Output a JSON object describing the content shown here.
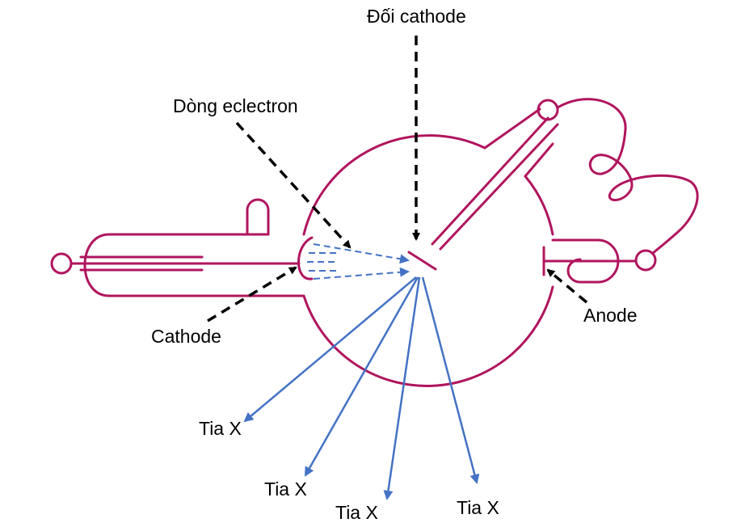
{
  "labels": {
    "anticathode": "Đối cathode",
    "electron_stream": "Dòng eclectron",
    "cathode": "Cathode",
    "anode": "Anode",
    "xray": [
      "Tia X",
      "Tia X",
      "Tia X",
      "Tia X"
    ]
  },
  "colors": {
    "tube": "#b0155e",
    "rays": "#4472c4",
    "pointer": "#000000"
  }
}
